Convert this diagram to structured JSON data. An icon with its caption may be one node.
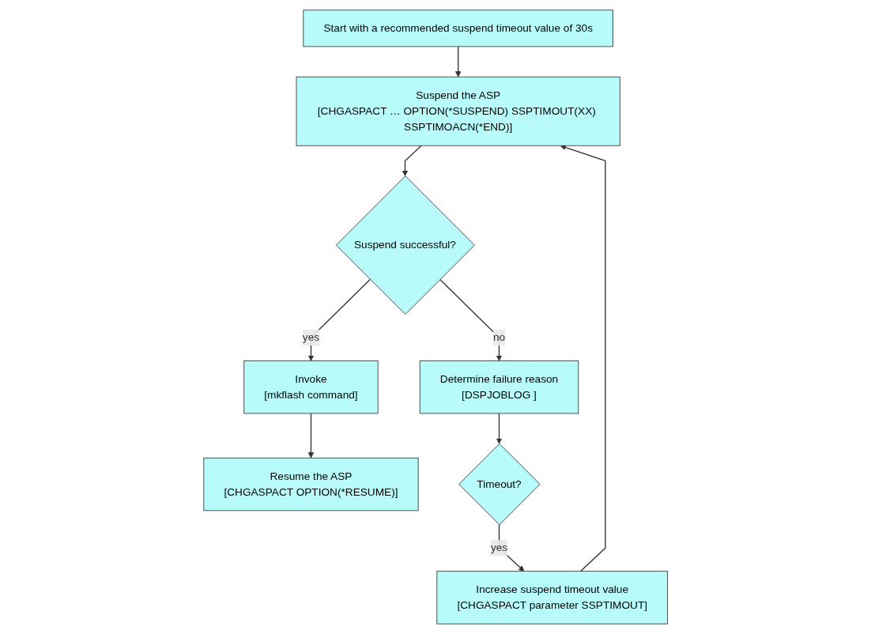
{
  "diagram": {
    "nodes": [
      {
        "text": [
          "Start with a recommended suspend timeout value of 30s"
        ]
      },
      {
        "text": [
          "Suspend the ASP",
          "[CHGASPACT … OPTION(*SUSPEND) SSPTIMOUT(XX) SSPTIMOACN(*END)]"
        ]
      },
      {
        "text": [
          "Suspend successful?"
        ]
      },
      {
        "text": [
          "Invoke",
          "[mkflash command]"
        ]
      },
      {
        "text": [
          "Resume the ASP",
          "[CHGASPACT OPTION(*RESUME)]"
        ]
      },
      {
        "text": [
          "Determine failure reason",
          "[DSPJOBLOG ]"
        ]
      },
      {
        "text": [
          "Timeout?"
        ]
      },
      {
        "text": [
          "Increase suspend timeout value",
          "[CHGASPACT parameter SSPTIMOUT]"
        ]
      }
    ],
    "edges": [
      {
        "from": 0,
        "to": 1,
        "arrow": "to"
      },
      {
        "from": 1,
        "to": 2,
        "arrow": "to"
      },
      {
        "from": 2,
        "to": 3,
        "arrow": "to",
        "label": "yes"
      },
      {
        "from": 2,
        "to": 5,
        "arrow": "to",
        "label": "no"
      },
      {
        "from": 3,
        "to": 4,
        "arrow": "to"
      },
      {
        "from": 5,
        "to": 6,
        "arrow": "to"
      },
      {
        "from": 6,
        "to": 7,
        "arrow": "to",
        "label": "yes"
      },
      {
        "from": 7,
        "to": 1,
        "arrow": "to"
      }
    ]
  }
}
